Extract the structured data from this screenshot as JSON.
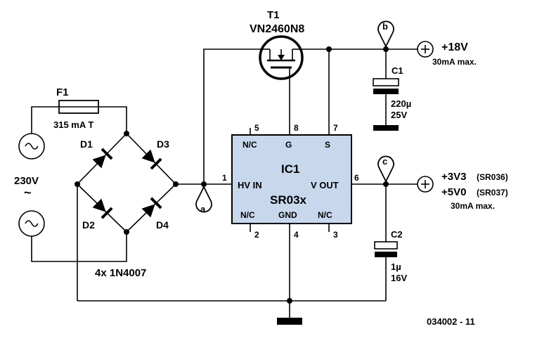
{
  "transistor": {
    "ref": "T1",
    "part": "VN2460N8"
  },
  "fuse": {
    "ref": "F1",
    "rating": "315 mA  T"
  },
  "mains": {
    "voltage": "230V",
    "symbol": "~"
  },
  "diodes": {
    "d1": "D1",
    "d2": "D2",
    "d3": "D3",
    "d4": "D4",
    "part": "4x 1N4007"
  },
  "ic": {
    "ref": "IC1",
    "part": "SR03x",
    "pins": {
      "p1_num": "1",
      "p1_name": "HV IN",
      "p2_num": "2",
      "p2_name": "N/C",
      "p3_num": "3",
      "p3_name": "N/C",
      "p4_num": "4",
      "p4_name": "GND",
      "p5_num": "5",
      "p5_name": "N/C",
      "p6_num": "6",
      "p6_name": "V OUT",
      "p7_num": "7",
      "p7_name": "S",
      "p8_num": "8",
      "p8_name": "G"
    }
  },
  "capacitors": {
    "c1_ref": "C1",
    "c1_value": "220µ",
    "c1_voltage": "25V",
    "c2_ref": "C2",
    "c2_value": "1µ",
    "c2_voltage": "16V"
  },
  "outputs": {
    "out1_voltage": "+18V",
    "out1_current": "30mA max.",
    "out2_v1": "+3V3",
    "out2_v1_part": "(SR036)",
    "out2_v2": "+5V0",
    "out2_v2_part": "(SR037)",
    "out2_current": "30mA max."
  },
  "test_points": {
    "a": "a",
    "b": "b",
    "c": "c"
  },
  "figure_number": "034002 - 11",
  "colors": {
    "ic_fill": "#c8d8ec",
    "ink": "#000000"
  }
}
